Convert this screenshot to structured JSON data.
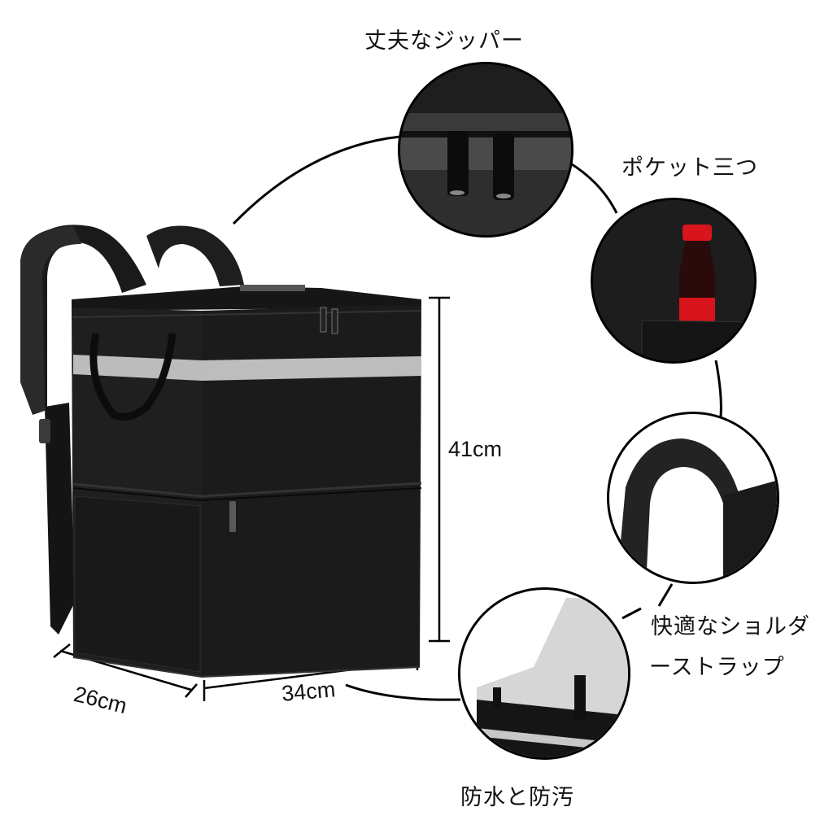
{
  "labels": {
    "zipper": "丈夫なジッパー",
    "pockets": "ポケット三つ",
    "shoulder_line1": "快適なショルダ",
    "shoulder_line2": "ーストラップ",
    "waterproof": "防水と防汚"
  },
  "dimensions": {
    "height": "41cm",
    "depth": "26cm",
    "width": "34cm"
  },
  "colors": {
    "bag": "#1c1c1c",
    "bag_dark": "#0e0e0e",
    "reflective_strip": "#b8b8b8",
    "bottle_red": "#d8141c",
    "foil": "#d6d6d6",
    "background": "#ffffff"
  },
  "detail_circles": [
    {
      "id": "zipper",
      "desc": "zipper-closeup"
    },
    {
      "id": "pockets",
      "desc": "side-pocket-with-bottle"
    },
    {
      "id": "shoulder",
      "desc": "shoulder-strap-closeup"
    },
    {
      "id": "waterproof",
      "desc": "insulated-foil-lining"
    }
  ]
}
